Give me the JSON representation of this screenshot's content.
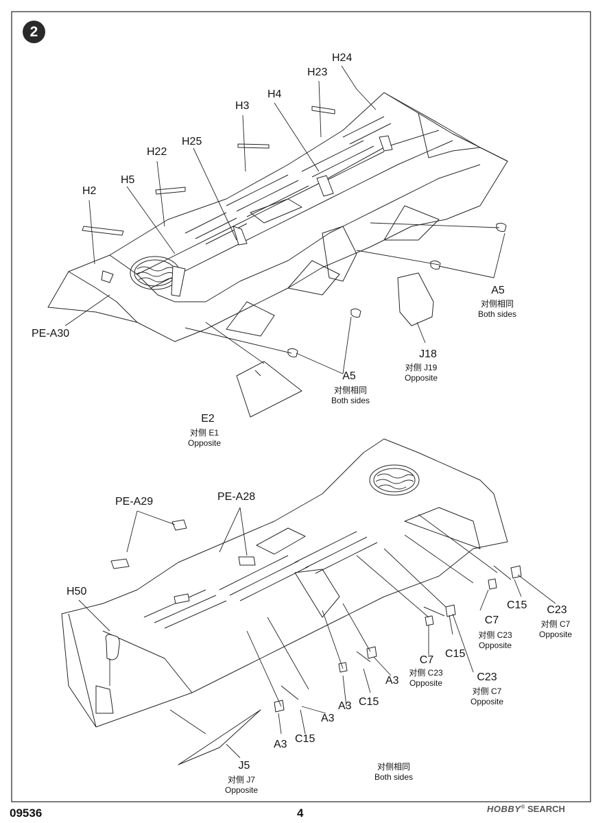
{
  "step_number": "2",
  "footer": {
    "kit_code": "09536",
    "page_number": "4"
  },
  "watermark": {
    "brand": "HOBBY",
    "reg_mark": "®",
    "section": "SEARCH"
  },
  "top_assembly": {
    "part_labels": {
      "h24": "H24",
      "h23": "H23",
      "h4": "H4",
      "h3": "H3",
      "h25": "H25",
      "h22": "H22",
      "h5": "H5",
      "h2": "H2",
      "pe_a30": "PE-A30"
    },
    "a5_right": {
      "part": "A5",
      "note_cn": "对侧相同",
      "note_en": "Both sides"
    },
    "j18": {
      "part": "J18",
      "note_cn": "对侧  J19",
      "note_en": "Opposite"
    },
    "a5_bottom": {
      "part": "A5",
      "note_cn": "对侧相同",
      "note_en": "Both sides"
    },
    "e2": {
      "part": "E2",
      "note_cn": "对侧  E1",
      "note_en": "Opposite"
    }
  },
  "bottom_assembly": {
    "part_labels": {
      "pe_a29": "PE-A29",
      "pe_a28": "PE-A28",
      "h50": "H50",
      "c15_a": "C15",
      "c15_b": "C15",
      "c15_c": "C15",
      "c15_d": "C15",
      "a3_a": "A3",
      "a3_b": "A3",
      "a3_c": "A3"
    },
    "c23_right": {
      "part": "C23",
      "note_cn": "对侧  C7",
      "note_en": "Opposite"
    },
    "c7_right": {
      "part": "C7",
      "note_cn": "对侧  C23",
      "note_en": "Opposite"
    },
    "c7_mid": {
      "part": "C7",
      "note_cn": "对侧  C23",
      "note_en": "Opposite"
    },
    "c23_mid": {
      "part": "C23",
      "note_cn": "对侧  C7",
      "note_en": "Opposite"
    },
    "j5": {
      "part": "J5",
      "note_cn": "对侧  J7",
      "note_en": "Opposite"
    },
    "both_sides": {
      "note_cn": "对侧相同",
      "note_en": "Both sides"
    }
  }
}
